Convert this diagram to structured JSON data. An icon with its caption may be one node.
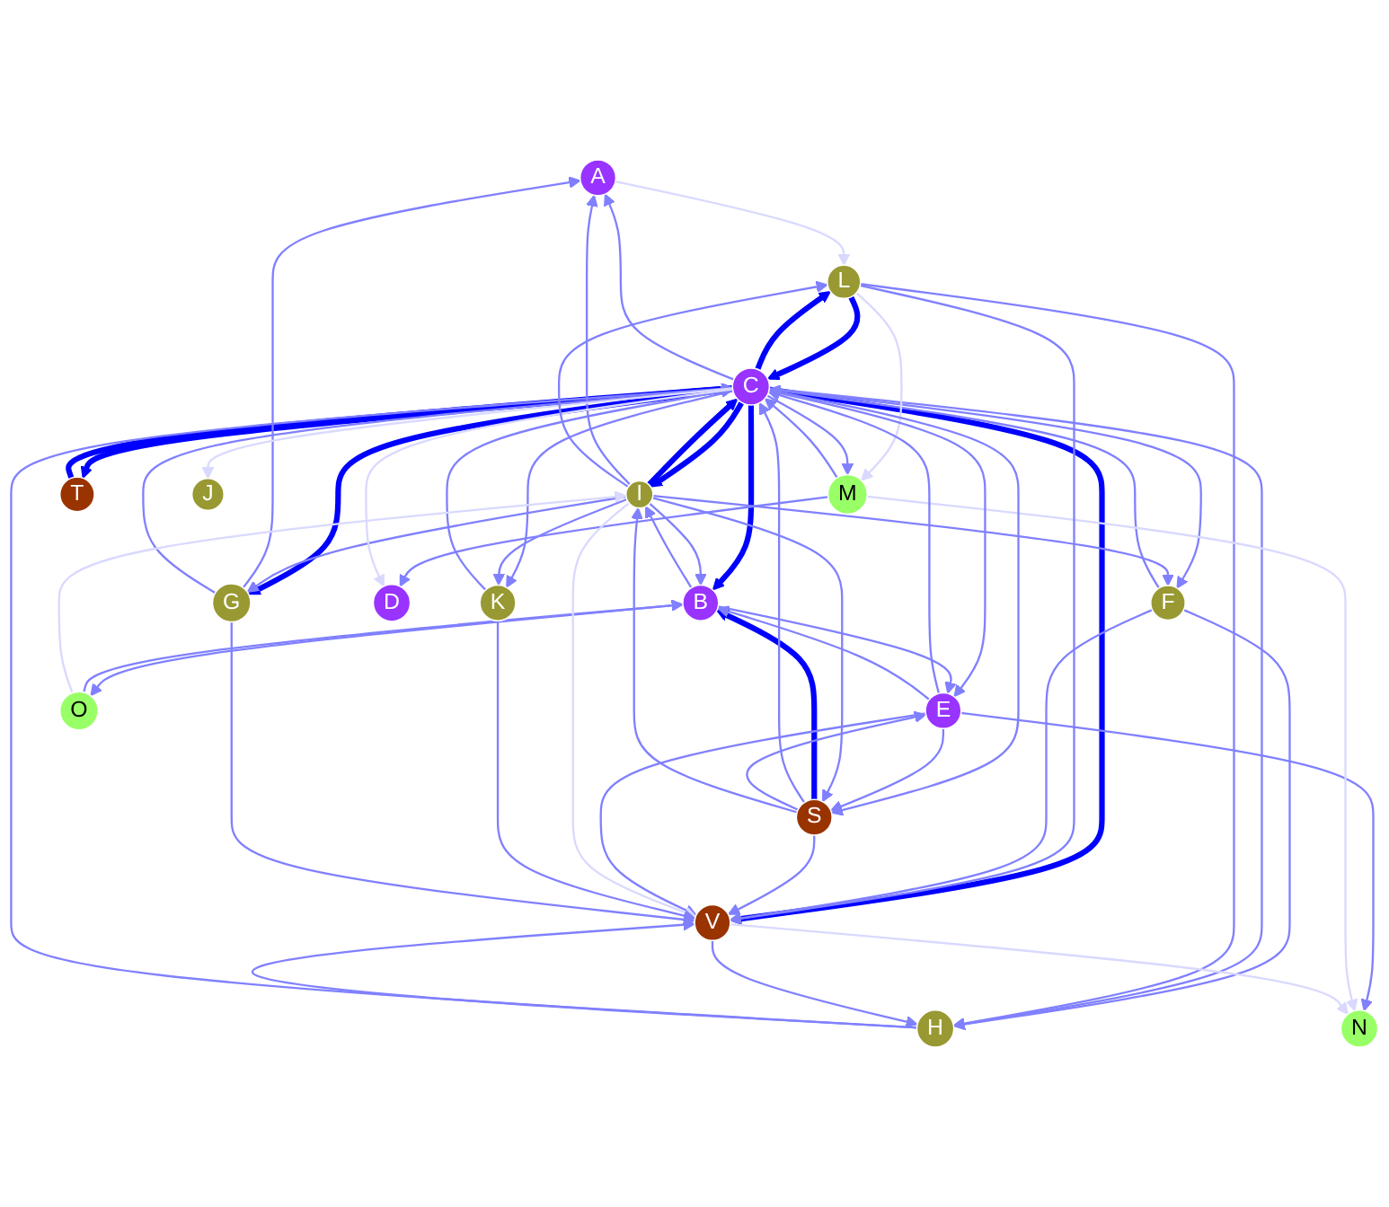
{
  "diagram": {
    "nodes": [
      {
        "text": [
          "A"
        ]
      },
      {
        "text": [
          "K"
        ]
      },
      {
        "text": [
          "L"
        ]
      },
      {
        "text": [
          "G"
        ]
      },
      {
        "text": [
          "F"
        ]
      },
      {
        "text": [
          "H"
        ]
      },
      {
        "text": [
          "I"
        ]
      },
      {
        "text": [
          "T"
        ]
      },
      {
        "text": [
          "C"
        ]
      },
      {
        "text": [
          "D"
        ]
      },
      {
        "text": [
          "M"
        ]
      },
      {
        "text": [
          "S"
        ]
      },
      {
        "text": [
          "V"
        ]
      },
      {
        "text": [
          "E"
        ]
      },
      {
        "text": [
          "B"
        ]
      },
      {
        "text": [
          "N"
        ]
      },
      {
        "text": [
          "J"
        ]
      },
      {
        "text": [
          "O"
        ]
      }
    ],
    "edges": [
      {
        "from": 6,
        "to": 8,
        "arrow": "to",
        "style": "thick",
        "color": "#0000ff"
      },
      {
        "from": 8,
        "to": 6,
        "arrow": "to",
        "style": "thick",
        "color": "#0000ff"
      },
      {
        "from": 7,
        "to": 8,
        "arrow": "to",
        "style": "thick",
        "color": "#0000ff"
      },
      {
        "from": 8,
        "to": 7,
        "arrow": "to",
        "style": "thick",
        "color": "#0000ff"
      },
      {
        "from": 8,
        "to": 2,
        "arrow": "to",
        "style": "thick",
        "color": "#0000ff"
      },
      {
        "from": 2,
        "to": 8,
        "arrow": "to",
        "style": "thick",
        "color": "#0000ff"
      },
      {
        "from": 8,
        "to": 3,
        "arrow": "to",
        "style": "thick",
        "color": "#0000ff"
      },
      {
        "from": 8,
        "to": 12,
        "arrow": "to",
        "style": "thick",
        "color": "#0000ff"
      },
      {
        "from": 8,
        "to": 14,
        "arrow": "to",
        "style": "thick",
        "color": "#0000ff"
      },
      {
        "from": 11,
        "to": 14,
        "arrow": "to",
        "style": "thick",
        "color": "#0000ff"
      },
      {
        "from": 8,
        "to": 1,
        "arrow": "to"
      },
      {
        "from": 1,
        "to": 8,
        "arrow": "to"
      },
      {
        "from": 6,
        "to": 1,
        "arrow": "to"
      },
      {
        "from": 6,
        "to": 0,
        "arrow": "to"
      },
      {
        "from": 3,
        "to": 0,
        "arrow": "to"
      },
      {
        "from": 8,
        "to": 0,
        "arrow": "to"
      },
      {
        "from": 6,
        "to": 3,
        "arrow": "to"
      },
      {
        "from": 3,
        "to": 8,
        "arrow": "to"
      },
      {
        "from": 8,
        "to": 4,
        "arrow": "to"
      },
      {
        "from": 4,
        "to": 5,
        "arrow": "to"
      },
      {
        "from": 5,
        "to": 8,
        "arrow": "to"
      },
      {
        "from": 8,
        "to": 5,
        "arrow": "to"
      },
      {
        "from": 4,
        "to": 8,
        "arrow": "to"
      },
      {
        "from": 2,
        "to": 5,
        "arrow": "to"
      },
      {
        "from": 2,
        "to": 10,
        "arrow": "to",
        "color": "#d9d9ff"
      },
      {
        "from": 8,
        "to": 10,
        "arrow": "to"
      },
      {
        "from": 10,
        "to": 8,
        "arrow": "to"
      },
      {
        "from": 10,
        "to": 9,
        "arrow": "to"
      },
      {
        "from": 8,
        "to": 9,
        "arrow": "to",
        "color": "#d9d9ff"
      },
      {
        "from": 8,
        "to": 16,
        "arrow": "to",
        "color": "#d9d9ff"
      },
      {
        "from": 13,
        "to": 15,
        "arrow": "to"
      },
      {
        "from": 10,
        "to": 15,
        "arrow": "to",
        "color": "#d9d9ff"
      },
      {
        "from": 12,
        "to": 15,
        "arrow": "to",
        "color": "#d9d9ff"
      },
      {
        "from": 5,
        "to": 12,
        "arrow": "to"
      },
      {
        "from": 12,
        "to": 5,
        "arrow": "to"
      },
      {
        "from": 2,
        "to": 12,
        "arrow": "to"
      },
      {
        "from": 4,
        "to": 12,
        "arrow": "to"
      },
      {
        "from": 8,
        "to": 11,
        "arrow": "to"
      },
      {
        "from": 11,
        "to": 8,
        "arrow": "to"
      },
      {
        "from": 8,
        "to": 13,
        "arrow": "to"
      },
      {
        "from": 13,
        "to": 8,
        "arrow": "to"
      },
      {
        "from": 11,
        "to": 13,
        "arrow": "to"
      },
      {
        "from": 13,
        "to": 11,
        "arrow": "to"
      },
      {
        "from": 11,
        "to": 12,
        "arrow": "to"
      },
      {
        "from": 13,
        "to": 12,
        "arrow": "to"
      },
      {
        "from": 14,
        "to": 13,
        "arrow": "to"
      },
      {
        "from": 13,
        "to": 14,
        "arrow": "to"
      },
      {
        "from": 14,
        "to": 17,
        "arrow": "to"
      },
      {
        "from": 17,
        "to": 14,
        "arrow": "to"
      },
      {
        "from": 6,
        "to": 14,
        "arrow": "to"
      },
      {
        "from": 14,
        "to": 6,
        "arrow": "to"
      },
      {
        "from": 6,
        "to": 11,
        "arrow": "to"
      },
      {
        "from": 11,
        "to": 6,
        "arrow": "to"
      },
      {
        "from": 6,
        "to": 12,
        "arrow": "to",
        "color": "#d9d9ff"
      },
      {
        "from": 17,
        "to": 6,
        "arrow": "to",
        "color": "#d9d9ff"
      },
      {
        "from": 1,
        "to": 12,
        "arrow": "to"
      },
      {
        "from": 0,
        "to": 2,
        "arrow": "to",
        "color": "#d9d9ff"
      },
      {
        "from": 6,
        "to": 2,
        "arrow": "to"
      },
      {
        "from": 3,
        "to": 12,
        "arrow": "to"
      },
      {
        "from": 6,
        "to": 4,
        "arrow": "to"
      }
    ]
  }
}
